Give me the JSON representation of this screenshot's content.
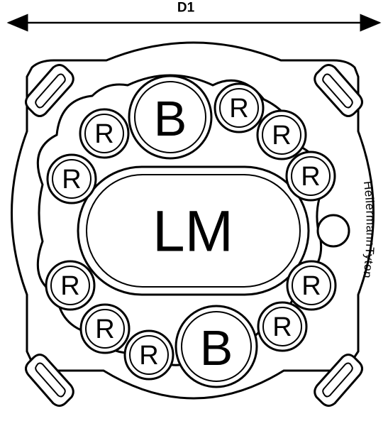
{
  "dimension": {
    "label": "D1"
  },
  "center_label": "LM",
  "large_cavity_label": "B",
  "small_cavity_label": "R",
  "brand": "HellermannTyton",
  "colors": {
    "line": "#000000",
    "fill": "#ffffff"
  }
}
